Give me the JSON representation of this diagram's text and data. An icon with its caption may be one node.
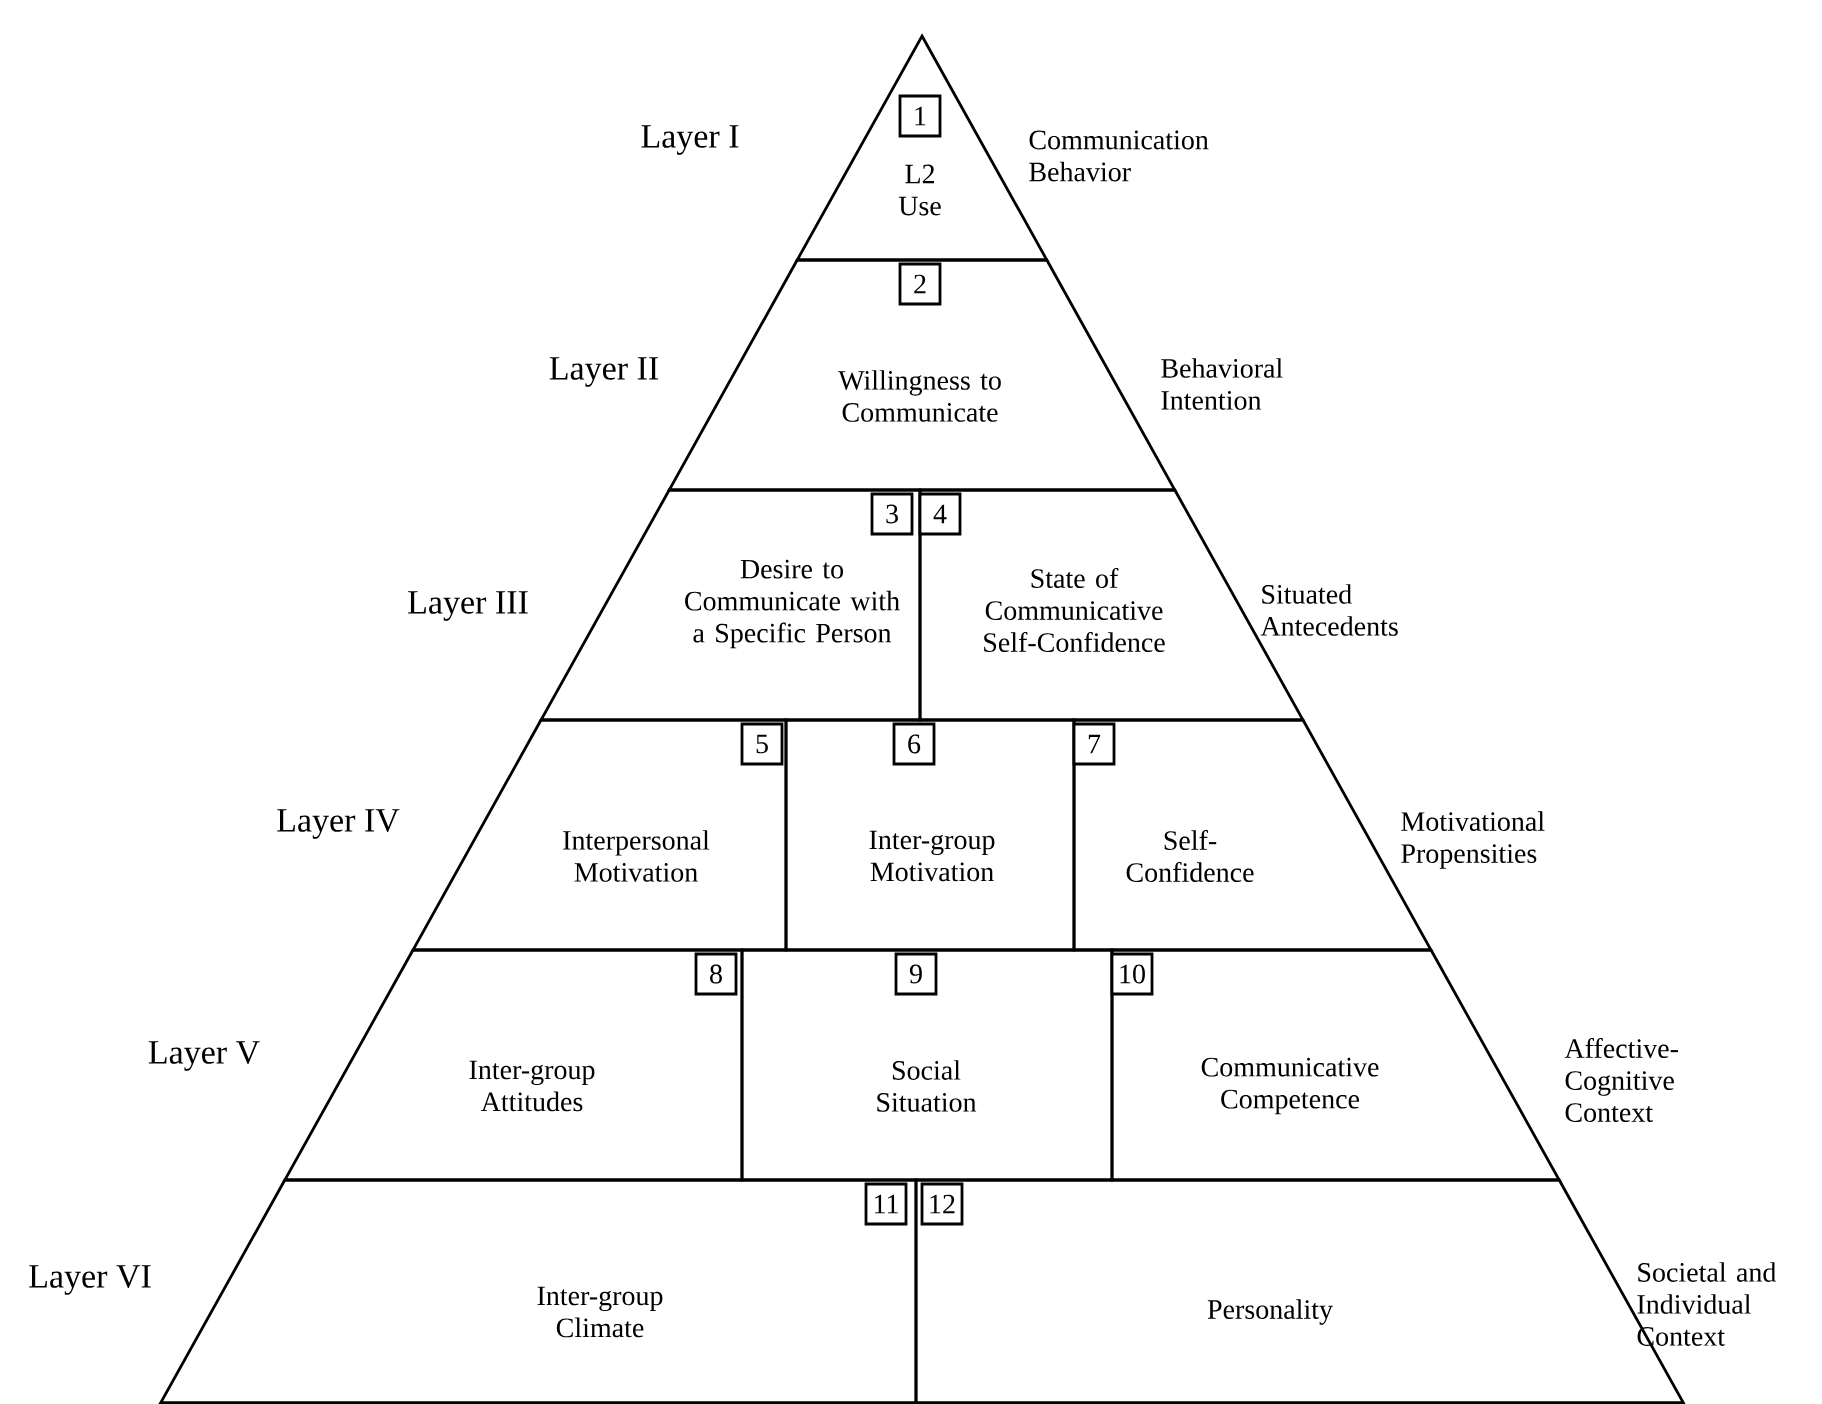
{
  "diagram": {
    "nodes": [
      {
        "text": [
          "L2 Use"
        ]
      },
      {
        "text": [
          "1"
        ],
        "in": 0
      },
      {
        "text": [
          "Willingness to Communicate"
        ]
      },
      {
        "text": [
          "2"
        ],
        "in": 2
      },
      {
        "text": [
          "Desire to Communicate with a Specific Person"
        ]
      },
      {
        "text": [
          "3"
        ],
        "in": 4
      },
      {
        "text": [
          "State of Communicative Self-Confidence"
        ]
      },
      {
        "text": [
          "4"
        ],
        "in": 6
      },
      {
        "text": [
          "Interpersonal Motivation"
        ]
      },
      {
        "text": [
          "5"
        ],
        "in": 8
      },
      {
        "text": [
          "Inter-group Motivation"
        ]
      },
      {
        "text": [
          "6"
        ],
        "in": 10
      },
      {
        "text": [
          "Self-Confidence"
        ]
      },
      {
        "text": [
          "7"
        ],
        "in": 12
      },
      {
        "text": [
          "Inter-group Attitudes"
        ]
      },
      {
        "text": [
          "8"
        ],
        "in": 14
      },
      {
        "text": [
          "Social Situation"
        ]
      },
      {
        "text": [
          "9"
        ],
        "in": 16
      },
      {
        "text": [
          "Communicative Competence"
        ]
      },
      {
        "text": [
          "10"
        ],
        "in": 18
      },
      {
        "text": [
          "Inter-group Climate"
        ]
      },
      {
        "text": [
          "11"
        ],
        "in": 20
      },
      {
        "text": [
          "Personality"
        ]
      },
      {
        "text": [
          "12"
        ],
        "in": 22
      }
    ],
    "labels": [
      "Layer I",
      "Communication Behavior",
      "Layer II",
      "Behavioral Intention",
      "Layer III",
      "Situated Antecedents",
      "Layer IV",
      "Motivational Propensities",
      "Layer V",
      "Affective-Cognitive Context",
      "Layer VI",
      "Societal and Individual Context"
    ]
  }
}
